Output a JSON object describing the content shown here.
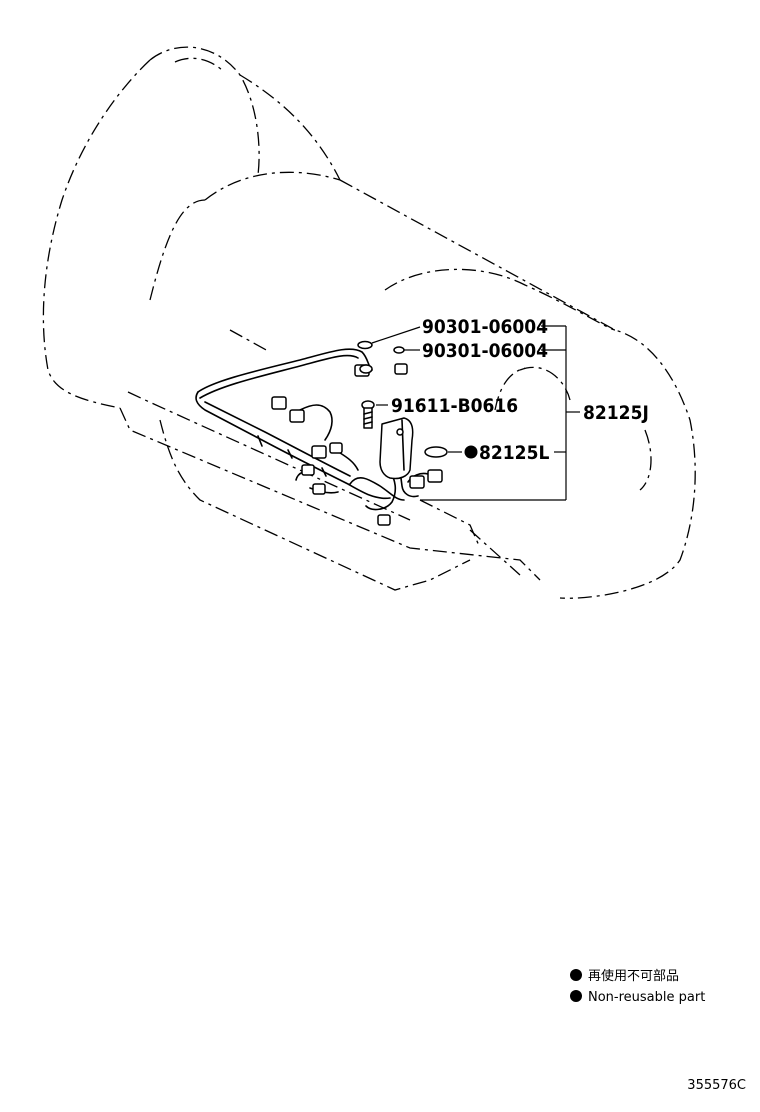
{
  "callouts": {
    "bolt_a": "90301-06004",
    "bolt_b": "90301-06004",
    "bolt_c": "91611-B0616",
    "seal": "82125L",
    "assembly": "82125J"
  },
  "legend": {
    "line_jp": "再使用不可部品",
    "line_en": "Non-reusable part"
  },
  "figure_code": "355576C",
  "colors": {
    "ink": "#000000",
    "paper": "#ffffff"
  },
  "icons": {
    "non_reusable_marker": "filled-circle"
  }
}
